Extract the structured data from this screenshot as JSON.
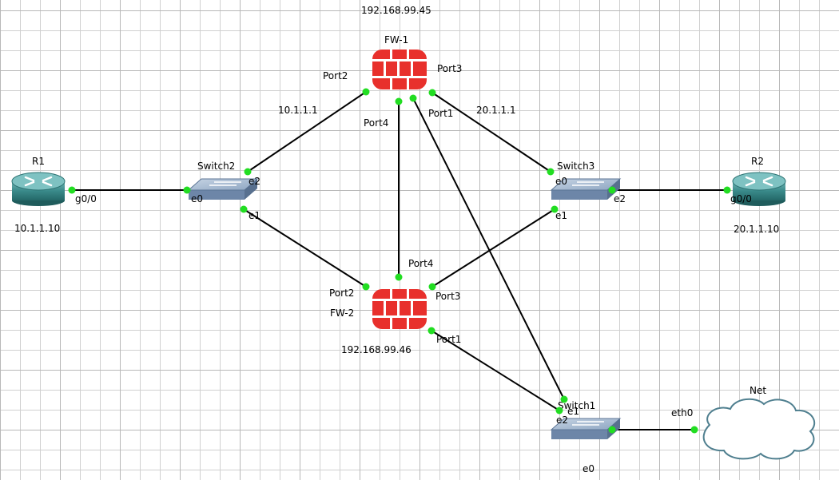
{
  "devices": {
    "r1": {
      "name": "R1",
      "ip": "10.1.1.10",
      "iface": "g0/0"
    },
    "r2": {
      "name": "R2",
      "ip": "20.1.1.10",
      "iface": "g0/0"
    },
    "fw1": {
      "name": "FW-1",
      "mgmt_ip": "192.168.99.45",
      "ports": {
        "port1": "Port1",
        "port2": "Port2",
        "port3": "Port3",
        "port4": "Port4"
      }
    },
    "fw2": {
      "name": "FW-2",
      "mgmt_ip": "192.168.99.46",
      "ports": {
        "port1": "Port1",
        "port2": "Port2",
        "port3": "Port3",
        "port4": "Port4"
      }
    },
    "switch1": {
      "name": "Switch1",
      "ports": {
        "e0": "e0",
        "e1": "e1",
        "e2": "e2"
      }
    },
    "switch2": {
      "name": "Switch2",
      "ports": {
        "e0": "e0",
        "e1": "e1",
        "e2": "e2"
      }
    },
    "switch3": {
      "name": "Switch3",
      "ports": {
        "e0": "e0",
        "e1": "e1",
        "e2": "e2"
      }
    },
    "net": {
      "name": "Net",
      "iface": "eth0"
    }
  },
  "subnets": {
    "fw1_port2": "10.1.1.1",
    "fw1_port3": "20.1.1.1"
  },
  "colors": {
    "firewall": "#e8302c",
    "router": "#3a8a8a",
    "switch": "#7f98b8",
    "port_dot": "#22dd22",
    "cloud_outline": "#4f7f8f"
  },
  "icons": {
    "router": "router-icon",
    "firewall": "firewall-icon",
    "switch": "switch-icon",
    "cloud": "cloud-icon"
  }
}
